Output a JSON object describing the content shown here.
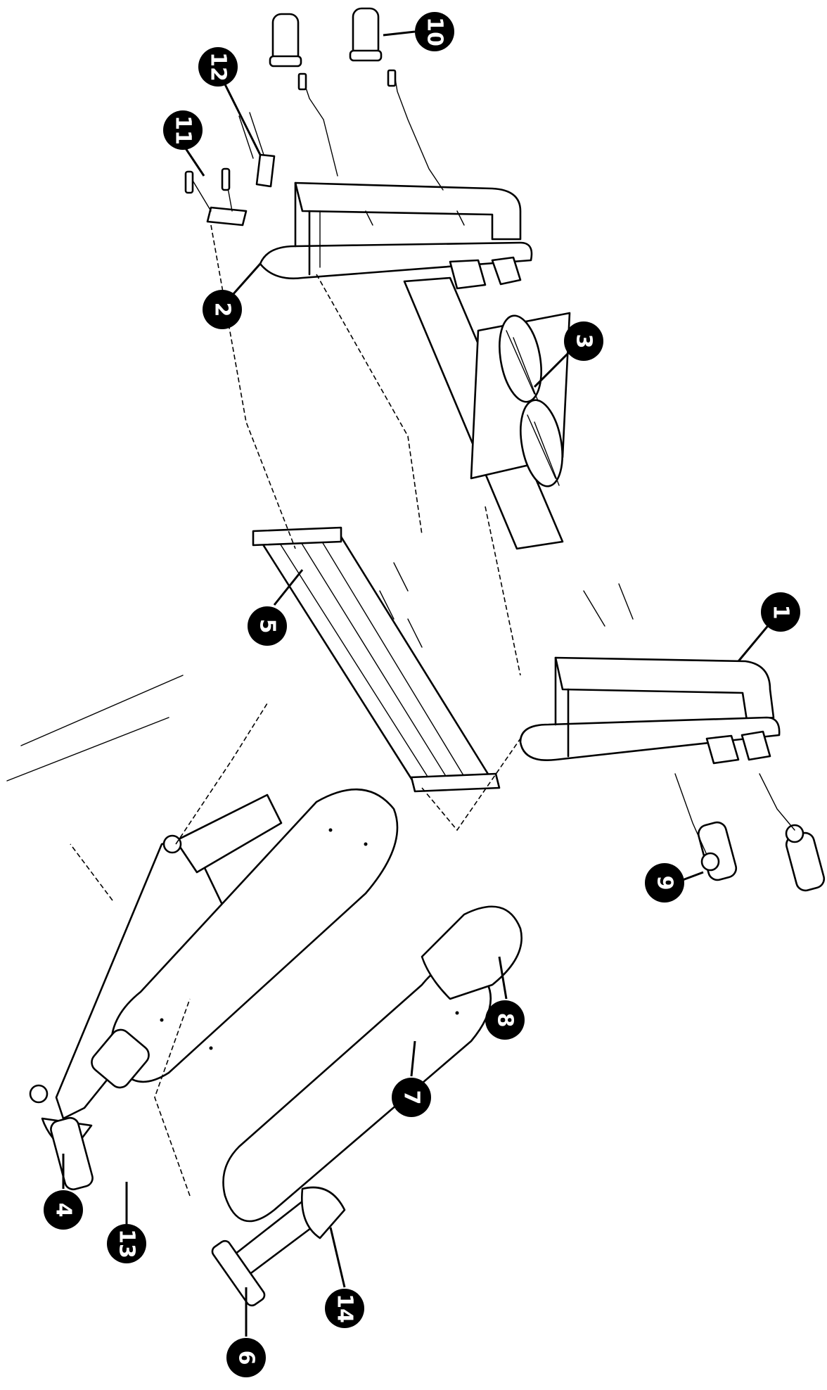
{
  "diagram": {
    "callouts": [
      {
        "id": "c1",
        "label": "1"
      },
      {
        "id": "c2",
        "label": "2"
      },
      {
        "id": "c3",
        "label": "3"
      },
      {
        "id": "c4",
        "label": "4"
      },
      {
        "id": "c5",
        "label": "5"
      },
      {
        "id": "c6",
        "label": "6"
      },
      {
        "id": "c7",
        "label": "7"
      },
      {
        "id": "c8",
        "label": "8"
      },
      {
        "id": "c9",
        "label": "9"
      },
      {
        "id": "c10",
        "label": "10"
      },
      {
        "id": "c11",
        "label": "11"
      },
      {
        "id": "c12",
        "label": "12"
      },
      {
        "id": "c13",
        "label": "13"
      },
      {
        "id": "c14",
        "label": "14"
      }
    ]
  }
}
